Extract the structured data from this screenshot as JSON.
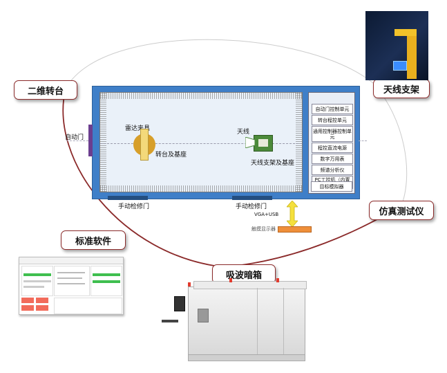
{
  "labels": {
    "turntable": "二维转台",
    "antenna_stand": "天线支架",
    "standard_software": "标准软件",
    "simulator": "仿真测试仪",
    "chamber": "吸波暗箱"
  },
  "chamber": {
    "auto_door": "自动门",
    "radar_fixture": "雷达夹具",
    "turntable_base": "转台及基座",
    "antenna": "天线",
    "antenna_base": "天线支架及基座",
    "maint_door_left": "手动检修门",
    "maint_door_right": "手动检修门",
    "connection": "VGA+USB",
    "touch_display": "触摸显示器"
  },
  "panel_items": [
    "自动门控制单元",
    "转台程控单元",
    "通用控制器控制单元",
    "程控直流电源",
    "数字万用表",
    "频谱分析仪",
    "PC工控机（内置CAN卡）",
    "目标模拟器"
  ],
  "colors": {
    "ellipse": "#8b2a2a",
    "chamber_blue": "#3f7fc8",
    "antenna_green": "#4c8a3a",
    "fixture_yellow": "#f3d97a",
    "arrow_yellow": "#f5e03c",
    "display_orange": "#ef8f3a"
  }
}
